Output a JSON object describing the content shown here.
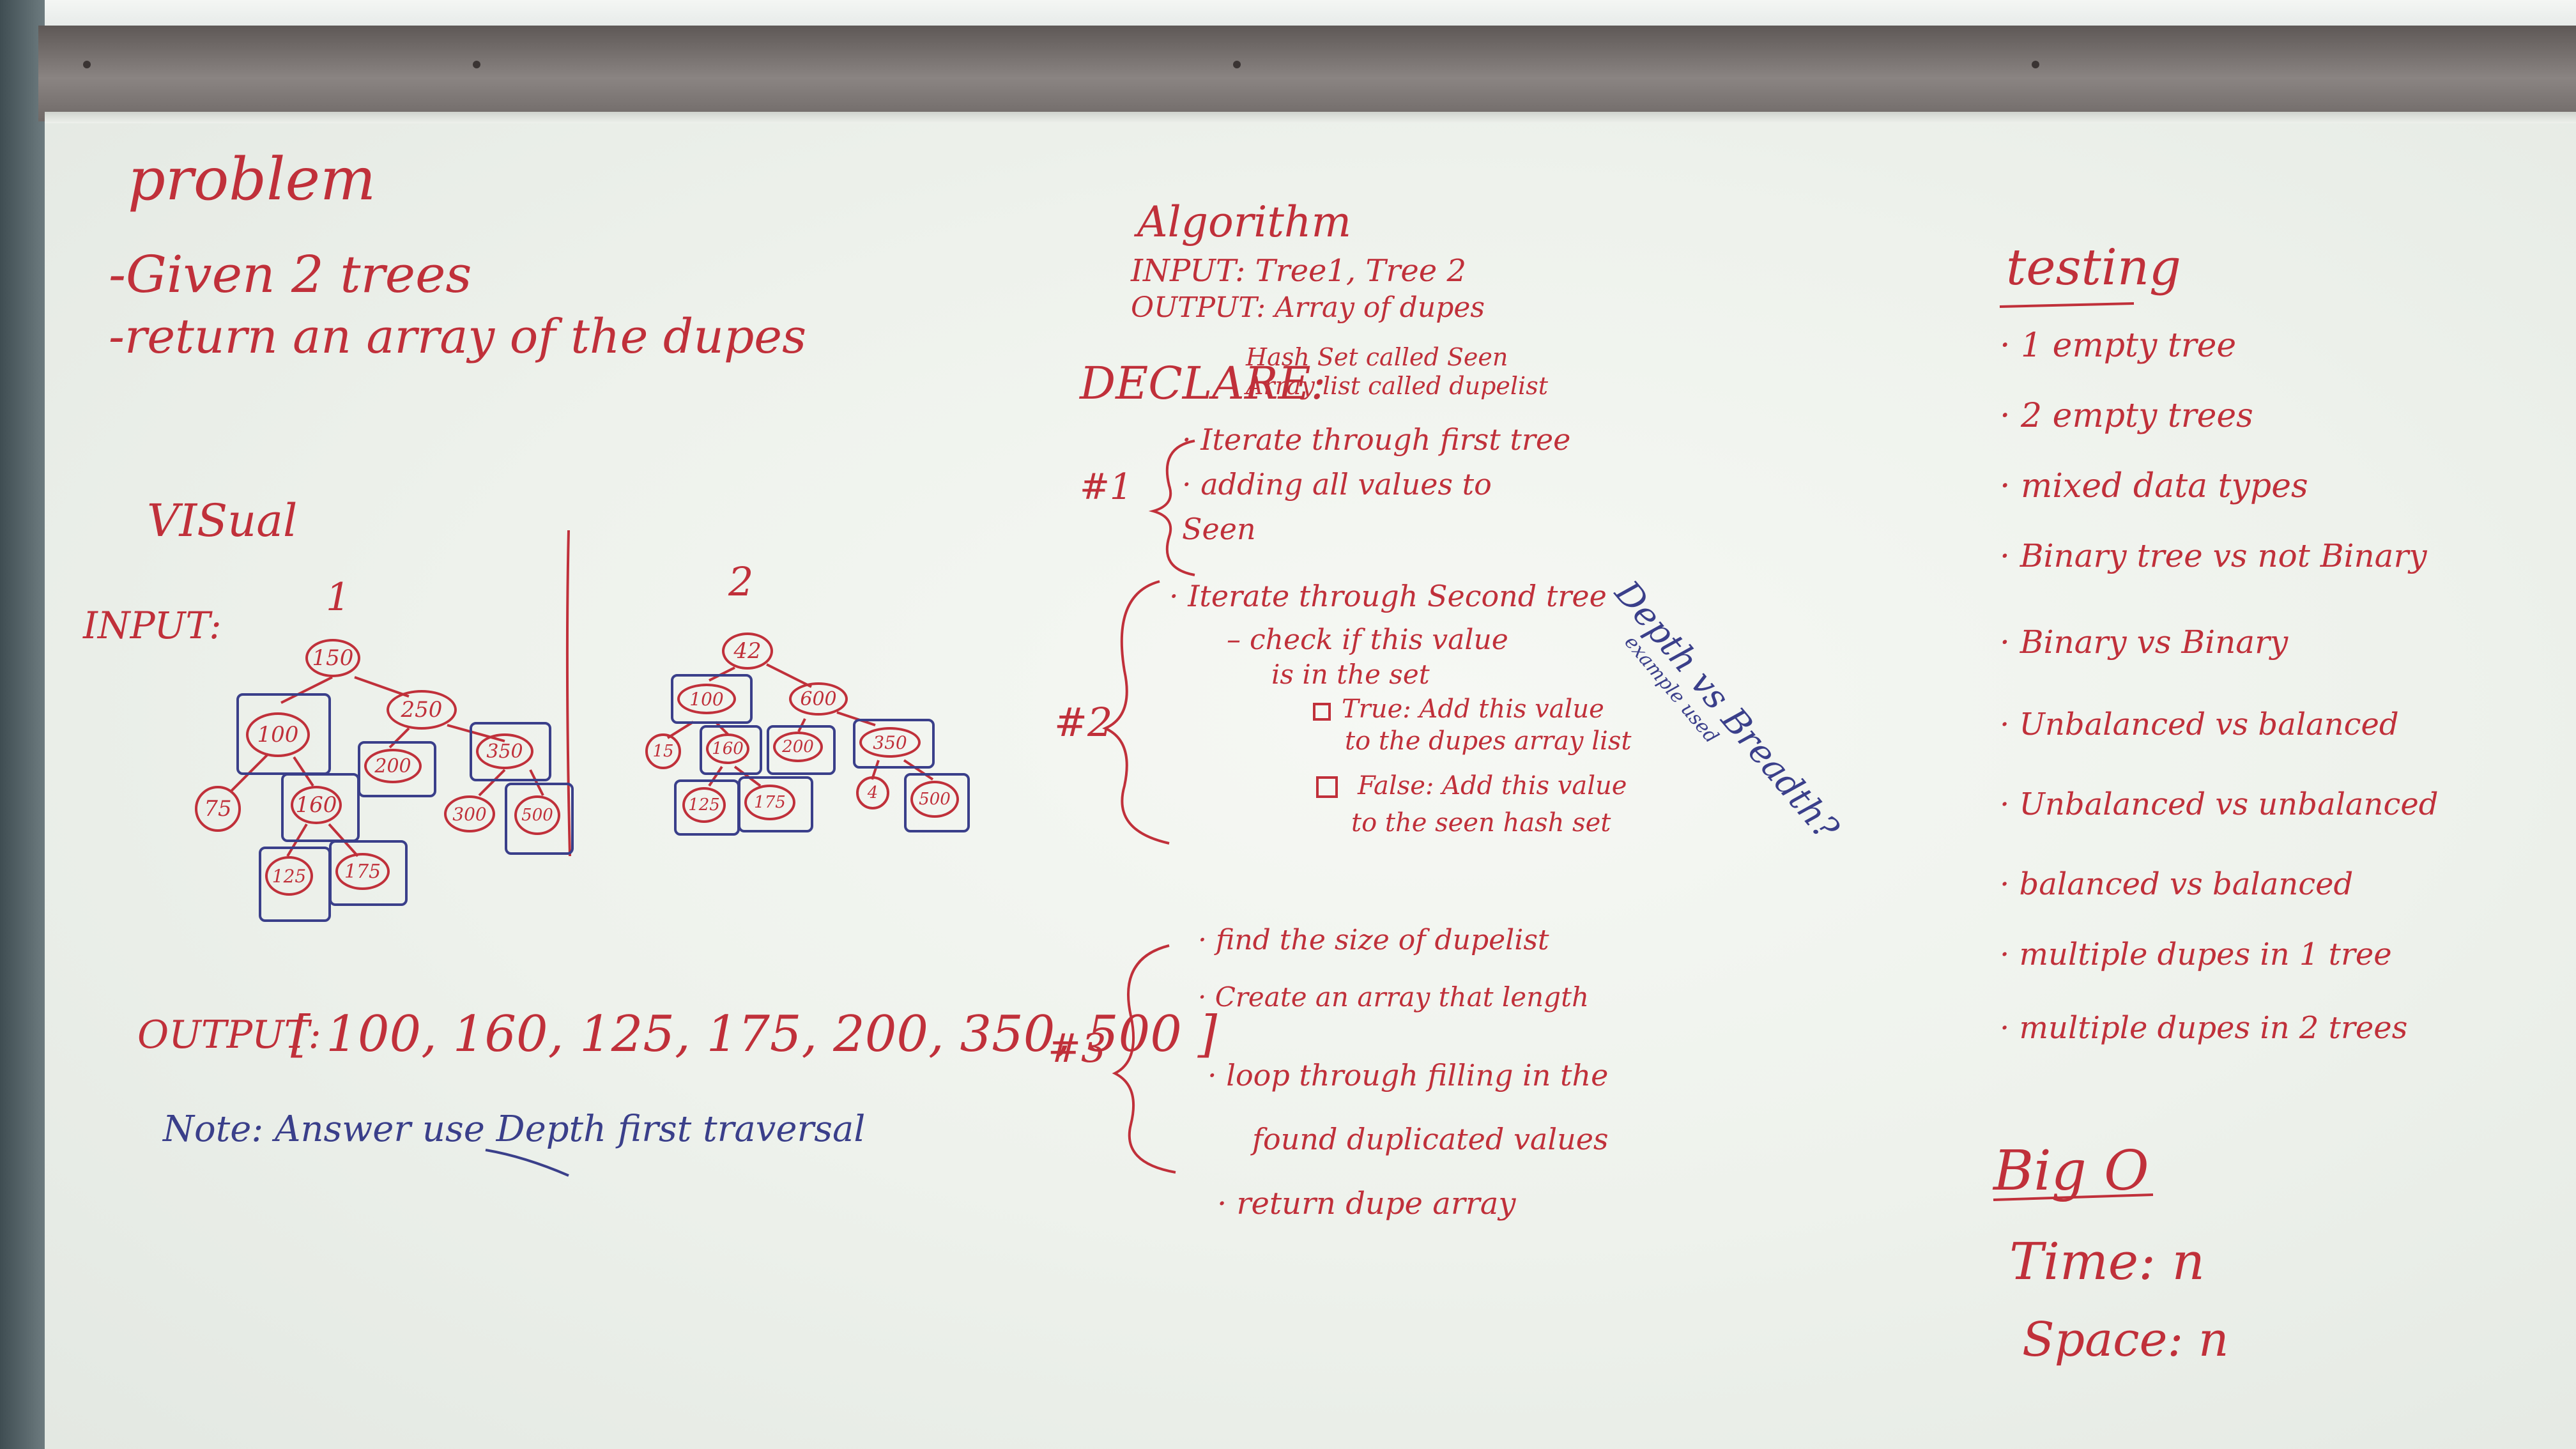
{
  "problem": {
    "heading": "problem",
    "line1": "-Given 2 trees",
    "line2": "-return an array of the dupes"
  },
  "visual": {
    "heading": "VISual",
    "input_label": "INPUT:",
    "tree1_label": "1",
    "tree2_label": "2",
    "tree1_nodes": [
      "150",
      "100",
      "250",
      "200",
      "350",
      "75",
      "160",
      "300",
      "500",
      "125",
      "175"
    ],
    "tree2_nodes": [
      "42",
      "100",
      "600",
      "15",
      "160",
      "200",
      "350",
      "125",
      "175",
      "4",
      "500"
    ],
    "output_label": "OUTPUT:",
    "output_value": "[ 100, 160, 125, 175, 200, 350, 500 ]",
    "note": "Note: Answer use Depth first traversal"
  },
  "algorithm": {
    "heading": "Algorithm",
    "input": "INPUT: Tree1, Tree 2",
    "output": "OUTPUT: Array of dupes",
    "declare_label": "DECLARE:",
    "declare_1": "Hash Set called Seen",
    "declare_2": "Array list called dupelist",
    "step1_label": "#1",
    "step1": [
      "· Iterate through first tree",
      "· adding all values to",
      "Seen"
    ],
    "step2_label": "#2",
    "step2": [
      "· Iterate through Second tree",
      "– check if this value",
      "is in the set"
    ],
    "true_1": "True: Add this value",
    "true_2": "to the dupes array list",
    "false_1": "False: Add this value",
    "false_2": "to the seen hash set",
    "side_note": "Depth vs Breadth?",
    "side_note_small": "example used",
    "step3_label": "#3",
    "step3": [
      "· find the size of dupelist",
      "· Create an array that length",
      "· loop through filling in the",
      "found duplicated values"
    ],
    "return_line": "· return dupe array"
  },
  "testing": {
    "heading": "testing",
    "items": [
      "· 1 empty tree",
      "· 2 empty trees",
      "· mixed data types",
      "· Binary tree vs not Binary",
      "· Binary vs Binary",
      "· Unbalanced vs balanced",
      "· Unbalanced vs unbalanced",
      "· balanced vs balanced",
      "· multiple dupes in 1 tree",
      "· multiple dupes in 2 trees"
    ]
  },
  "bigo": {
    "heading": "Big O",
    "time": "Time: n",
    "space": "Space: n"
  },
  "colors": {
    "red_marker": "#c0303a",
    "blue_marker": "#3a3f8a",
    "board": "#eef2ec"
  }
}
